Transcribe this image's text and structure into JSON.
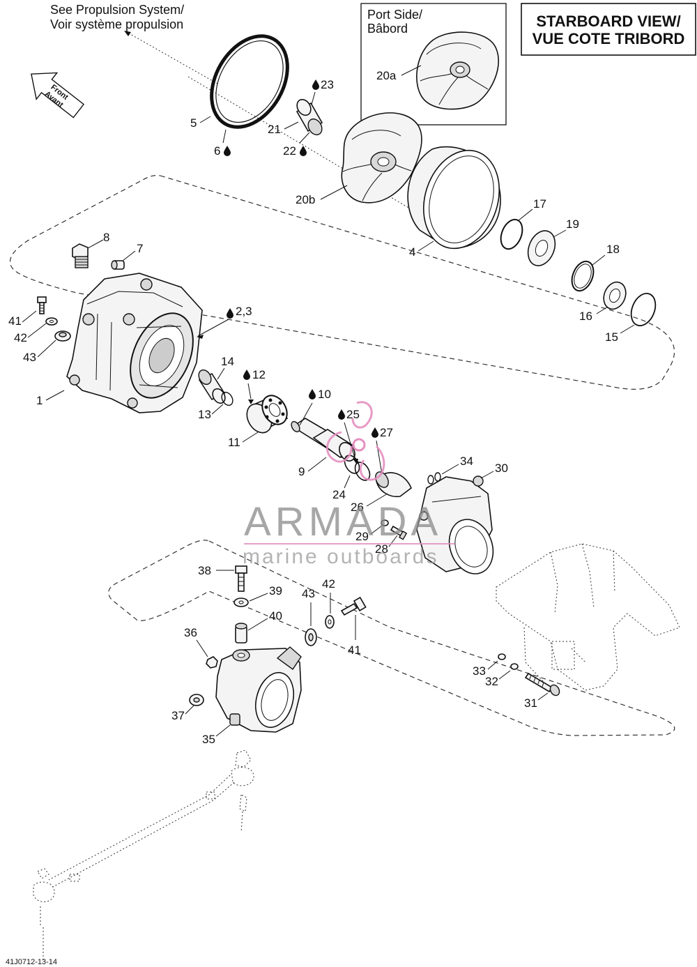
{
  "headers": {
    "propulsion_line1": "See Propulsion System/",
    "propulsion_line2": "Voir système propulsion",
    "port_side_line1": "Port Side/",
    "port_side_line2": "Bâbord",
    "starboard_line1": "STARBOARD VIEW/",
    "starboard_line2": "VUE COTE TRIBORD",
    "front_line1": "Front",
    "front_line2": "Avant"
  },
  "callouts": {
    "c1": "1",
    "c2_3": "2,3",
    "c4": "4",
    "c5": "5",
    "c6": "6",
    "c7": "7",
    "c8": "8",
    "c9": "9",
    "c10": "10",
    "c11": "11",
    "c12": "12",
    "c13": "13",
    "c14": "14",
    "c15": "15",
    "c16": "16",
    "c17": "17",
    "c18": "18",
    "c19": "19",
    "c20a": "20a",
    "c20b": "20b",
    "c21": "21",
    "c22": "22",
    "c23": "23",
    "c24": "24",
    "c25": "25",
    "c26": "26",
    "c27": "27",
    "c28": "28",
    "c29": "29",
    "c30": "30",
    "c31": "31",
    "c32": "32",
    "c33": "33",
    "c34": "34",
    "c35": "35",
    "c36": "36",
    "c37": "37",
    "c38": "38",
    "c39": "39",
    "c40": "40",
    "c41a": "41",
    "c42a": "42",
    "c43a": "43",
    "c41b": "41",
    "c42b": "42",
    "c43b": "43"
  },
  "watermark": {
    "brand": "ARMADA",
    "tagline": "marine outboards",
    "accent_color": "#e48fc0"
  },
  "footer": {
    "drawing_code": "41J0712-13-14"
  },
  "icons": {
    "lubricant": "oil-drop-icon",
    "direction": "front-arrow-icon"
  }
}
